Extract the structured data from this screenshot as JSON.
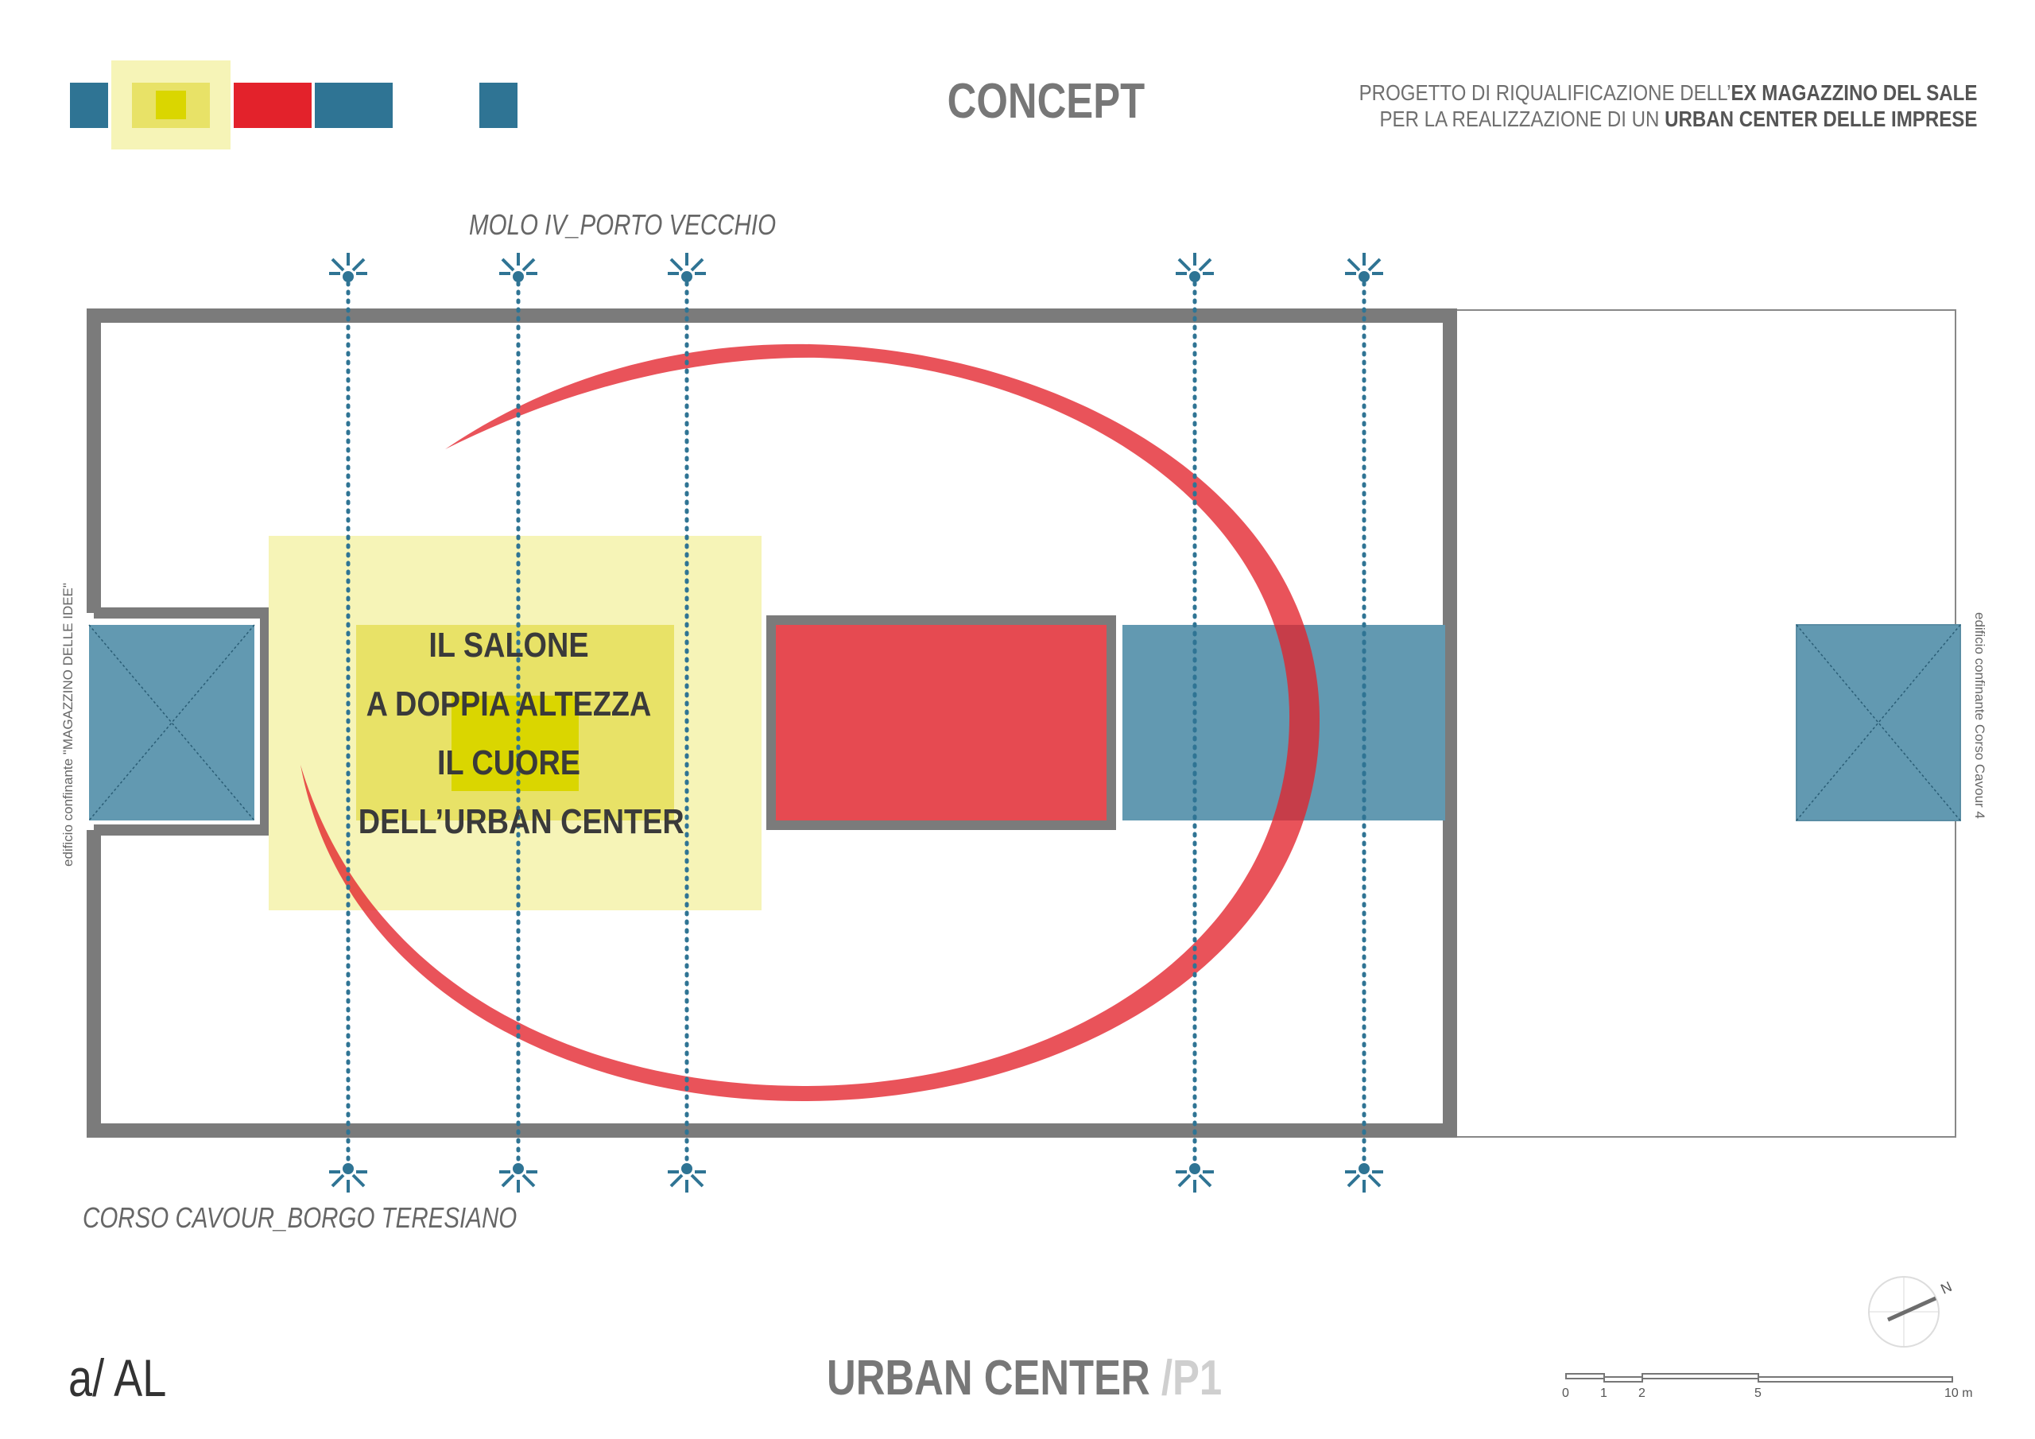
{
  "header": {
    "title": "CONCEPT",
    "project_line1_prefix": "PROGETTO DI RIQUALIFICAZIONE DELL’",
    "project_line1_bold": "EX MAGAZZINO DEL SALE",
    "project_line2_prefix": "PER LA REALIZZAZIONE DI UN ",
    "project_line2_bold": "URBAN CENTER DELLE IMPRESE"
  },
  "labels": {
    "top_street": "MOLO IV_PORTO VECCHIO",
    "bottom_street": "CORSO CAVOUR_BORGO TERESIANO",
    "left_neighbor": "edificio confinante  \"MAGAZZINO DELLE IDEE\"",
    "right_neighbor": "edificio confinante Corso Cavour 4"
  },
  "central_text": [
    "IL SALONE",
    "A DOPPIA ALTEZZA",
    "IL CUORE",
    "DELL’URBAN CENTER"
  ],
  "footer": {
    "code": "a/ AL",
    "title": "URBAN CENTER ",
    "title_sub": "/P1",
    "north": "N",
    "scale_ticks": [
      "0",
      "1",
      "2",
      "5",
      "10 m"
    ]
  },
  "colors": {
    "blue": "#2f7494",
    "blue_light": "#6299b1",
    "red": "#e3222b",
    "red_light": "#e64a51",
    "yellow_light": "#f6f4b7",
    "yellow_mid": "#e8e267",
    "yellow_dark": "#dad600",
    "wall_gray": "#7b7b7b"
  }
}
